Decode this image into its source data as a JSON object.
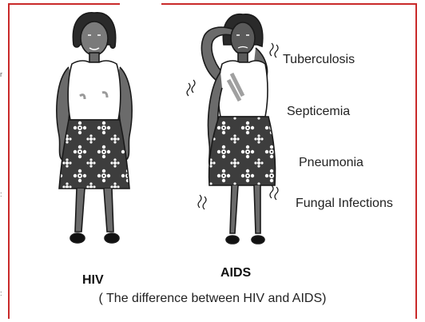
{
  "figures": {
    "left_caption": "HIV",
    "right_caption": "AIDS"
  },
  "conditions": [
    "Tuberculosis",
    "Septicemia",
    "Pneumonia",
    "Fungal Infections"
  ],
  "caption": "( The difference between HIV and AIDS)",
  "colors": {
    "frame": "#c92a2a",
    "line": "#1a1a1a",
    "skirt": "#3d3d3d",
    "skin": "#6b6b6b"
  }
}
